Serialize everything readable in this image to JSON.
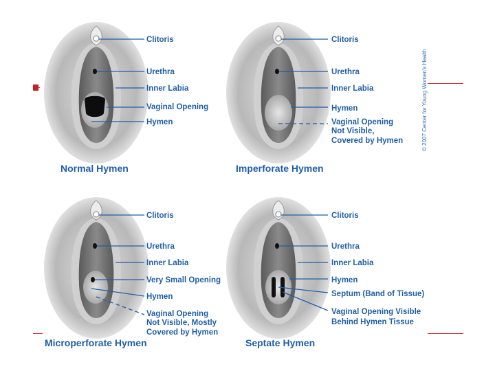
{
  "copyright": "© 2007 Center for Young Women's Health",
  "panels": {
    "normal": {
      "title": "Normal Hymen",
      "labels": [
        "Clitoris",
        "Urethra",
        "Inner Labia",
        "Vaginal Opening",
        "Hymen"
      ]
    },
    "imperforate": {
      "title": "Imperforate Hymen",
      "labels": [
        "Clitoris",
        "Urethra",
        "Inner Labia",
        "Hymen",
        "Vaginal Opening",
        "Not Visible,",
        "Covered by Hymen"
      ]
    },
    "microperforate": {
      "title": "Microperforate Hymen",
      "labels": [
        "Clitoris",
        "Urethra",
        "Inner Labia",
        "Very Small Opening",
        "Hymen",
        "Vaginal Opening",
        "Not Visible, Mostly",
        "Covered by Hymen"
      ]
    },
    "septate": {
      "title": "Septate Hymen",
      "labels": [
        "Clitoris",
        "Urethra",
        "Inner Labia",
        "Hymen",
        "Septum (Band of Tissue)",
        "Vaginal Opening Visible",
        "Behind Hymen Tissue"
      ]
    }
  }
}
